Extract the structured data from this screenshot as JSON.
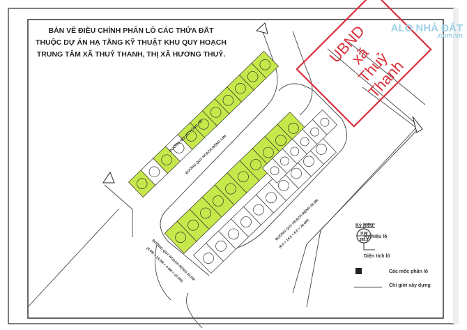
{
  "title": {
    "lines": [
      "BẢN VẼ ĐIỀU CHỈNH PHÂN LÔ CÁC THỬA ĐẤT",
      "THUỘC DỰ ÁN HẠ TẦNG KỸ THUẬT KHU QUY HOẠCH",
      "TRUNG TÂM XÃ THUỶ THANH, THỊ XÃ HƯƠNG THUỶ."
    ]
  },
  "stamp": {
    "lines": [
      "UBND",
      "xã",
      "Thuỷ",
      "Thanh"
    ],
    "color": "#d9303a"
  },
  "watermark": {
    "name": "ALO NHÀ ĐẤT",
    "domain": ".com.vn"
  },
  "roads": {
    "road_7m": "ĐƯỜNG NỘI BỘ RỘNG 7M",
    "road_13m": "ĐƯỜNG QUY HOẠCH RỘNG 13M",
    "road_26m": "ĐƯỜNG QUY HOẠCH RỘNG 26.0M",
    "road_26m_detail": "(6.0 + 14.0 + 6.0 = 26.0M)",
    "road_22m": "ĐƯỜNG QUY HOẠCH RỘNG 22.0M",
    "road_22m_detail": "(4.0M + 13.0M + 4.0M = 22.0M)"
  },
  "legend": {
    "heading": "Ký hiệu:",
    "lot_symbol_label": "Ký hiệu lô",
    "lot_symbol_number": "1100",
    "lot_symbol_area": "205.5",
    "area_label": "Diện tích lô",
    "marker_label": "Các mốc phân lô",
    "line_label": "Chỉ giới xây dựng"
  },
  "colors": {
    "lot_highlight": "#c6e84a",
    "line": "#333333"
  }
}
